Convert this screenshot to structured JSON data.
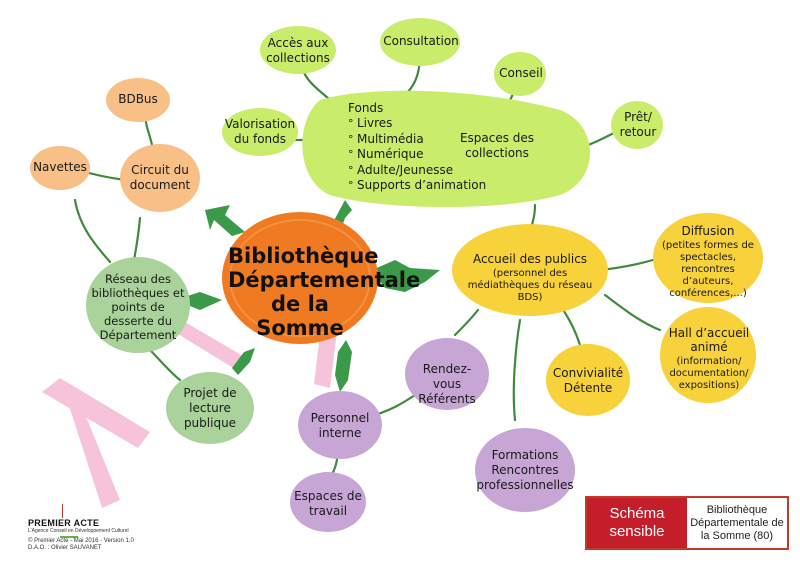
{
  "center": {
    "title": "Bibliothèque Départementale de la Somme"
  },
  "nodes": {
    "acces": "Accès aux collections",
    "consultation": "Consultation",
    "conseil": "Conseil",
    "pret": "Prêt/ retour",
    "valorisation": "Valorisation du fonds",
    "fonds_title": "Fonds",
    "fonds_items": [
      "Livres",
      "Multimédia",
      "Numérique",
      "Adulte/Jeunesse",
      "Supports d’animation"
    ],
    "espaces_collections": "Espaces des collections",
    "bdbus": "BDBus",
    "navettes": "Navettes",
    "circuit": "Circuit du document",
    "reseau": "Réseau des bibliothèques et points de desserte du Département",
    "projet": "Projet de lecture publique",
    "accueil_title": "Accueil des publics",
    "accueil_sub": "(personnel des médiathèques du réseau BDS)",
    "diffusion_title": "Diffusion",
    "diffusion_sub": "(petites formes de spectacles, rencontres d’auteurs, conférences,...)",
    "hall_title": "Hall d’accueil animé",
    "hall_sub": "(information/ documentation/ expositions)",
    "convivialite": "Convivialité Détente",
    "formations": "Formations Rencontres professionnelles",
    "rendezvous": "Rendez-vous Référents",
    "personnel": "Personnel interne",
    "espaces_travail": "Espaces de travail"
  },
  "footer": {
    "brand": "PREMIER ACTE",
    "brand_sub": "L’Agence Conseil en Développement Culturel",
    "copyright": "© Premier Acte - Mai 2016 - Version 1.0",
    "dao": "D.A.O. : Olivier SAUVANET"
  },
  "legend": {
    "left": "Schéma sensible",
    "right": "Bibliothèque Départementale de la Somme (80)"
  },
  "colors": {
    "center": "#f07a22",
    "green_light": "#c9ec6a",
    "orange_light": "#f8bf86",
    "green_soft": "#a9d39a",
    "yellow": "#f8d23a",
    "purple": "#c7a6d6",
    "pink": "#f3b8d2",
    "connector": "#3f8a3c",
    "arrow": "#3a9a4a"
  }
}
